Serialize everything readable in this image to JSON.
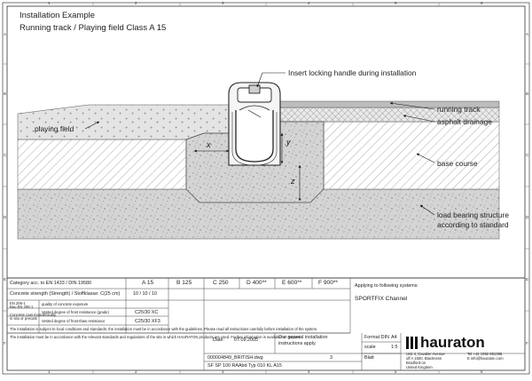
{
  "title": {
    "line1": "Installation Example",
    "line2": "Running track / Playing field Class A 15"
  },
  "callouts": {
    "locking_handle": "Insert locking handle during installation",
    "running_track": "running track",
    "asphalt_drainage": "asphalt drainage",
    "playing_field": "playing field",
    "base_course": "base course",
    "load_bearing_1": "load bearing structure",
    "load_bearing_2": "according to standard"
  },
  "dimensions": {
    "x": "x",
    "y": "y",
    "z": "z"
  },
  "frame": {
    "columns": [
      "1",
      "2",
      "3",
      "4",
      "5",
      "6"
    ],
    "rows": [
      "A",
      "B",
      "C",
      "D",
      "E",
      "F"
    ]
  },
  "title_block": {
    "category_label": "Category acc. to EN 1433 / DIN 19580",
    "load_classes": [
      "A 15",
      "B 125",
      "C 250",
      "D 400**",
      "E 600**",
      "F 900**"
    ],
    "concrete_label": "Concrete strength (Strength) / Stoffklasse: C(25 cm)",
    "xyz_values": "10 / 10 / 10",
    "row_a_label": "EN 206-1",
    "row_a_sub": "Bau EN 206-1",
    "row_a_desc": "quality of concrete exposure",
    "row_b_label": "Concrete cast monolithically",
    "row_b_sub": "in situ or precast",
    "row_b_desc": "Vested degree of frost resistance (grade)",
    "row_b_value": "C25/30 XC",
    "row_c_desc": "Vested degree of frost-thaw resistance",
    "row_c_value": "C25/30 XF3",
    "notes": "The installation is subject to local conditions and standards; the installation must be in accordance with the guidelines. Please read all instructions carefully before installation of the system.",
    "notes2": "The installation must be in accordance with the relevant standards and regulations of the site in which HAURATON products are used. Further information is available on request.",
    "applying_label": "Applying to following systems:",
    "system_name": "SPORTFIX Channel",
    "doc_number": "000004849_BRITISH.dwg",
    "date_label": "Date:",
    "date_value": "07.09.2005",
    "general_note_1": "Our general installation",
    "general_note_2": "instructions apply.",
    "revision": "3",
    "format_label": "Format DIN",
    "format_value": "A4",
    "scale_label": "scale",
    "scale_value": "1:5",
    "sheet_label": "Blatt",
    "item_code": "SF  SP 100 RAAbd Typ 010 KL A15",
    "brand": "hauraton",
    "company_lines": [
      "Unit 4, Cavalier Avenue",
      "off A 1500, Blackness",
      "Bradford-on",
      "United Kingdom"
    ],
    "company_contact": [
      "Tel +44 1592 651388",
      "E info@hauraton.com"
    ]
  }
}
